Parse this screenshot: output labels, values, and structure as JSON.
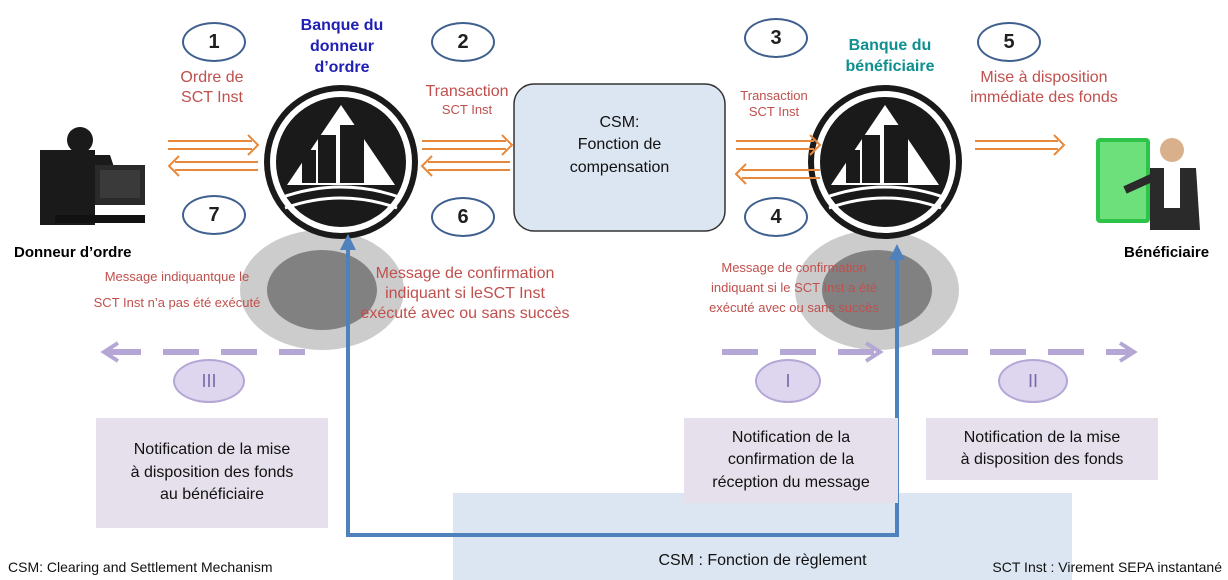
{
  "banks": {
    "donneur": {
      "line1": "Banque du",
      "line2": "donneur",
      "line3": "d’ordre",
      "color": "#1f1fb4"
    },
    "beneficiaire": {
      "line1": "Banque du",
      "line2": "bénéficiaire",
      "color": "#0f8f8f"
    }
  },
  "actors": {
    "donneur": "Donneur d’ordre",
    "beneficiaire": "Bénéficiaire"
  },
  "steps": {
    "s1": {
      "num": "1",
      "line1": "Ordre de",
      "line2": "SCT Inst"
    },
    "s2": {
      "num": "2",
      "line1": "Transaction",
      "line2": "SCT Inst"
    },
    "s3": {
      "num": "3",
      "line1": "Transaction",
      "line2": "SCT Inst"
    },
    "s4": {
      "num": "4",
      "line1": "Message de confirmation",
      "line2": "indiquant si le SCT Inst a été",
      "line3": "exécuté avec ou sans succès"
    },
    "s5": {
      "num": "5",
      "line1": "Mise à disposition",
      "line2": "immédiate des fonds"
    },
    "s6": {
      "num": "6",
      "line1": "Message de confirmation",
      "line2": "indiquant si leSCT Inst",
      "line3": "exécuté avec ou sans succès"
    },
    "s7": {
      "num": "7",
      "line1": "Message indiquantque le",
      "line2": "SCT Inst n’a pas été exécuté"
    }
  },
  "csm": {
    "line1": "CSM:",
    "line2": "Fonction de",
    "line3": "compensation"
  },
  "notifications": {
    "I": {
      "num": "I",
      "line1": "Notification de la",
      "line2": "confirmation de la",
      "line3": "réception du message"
    },
    "II": {
      "num": "II",
      "line1": "Notification de la mise",
      "line2": "à disposition des fonds"
    },
    "III": {
      "num": "III",
      "line1": "Notification de la mise",
      "line2": "à disposition des fonds",
      "line3": "au bénéficiaire"
    }
  },
  "settlement": "CSM : Fonction de règlement",
  "footer": {
    "left": "CSM: Clearing and Settlement Mechanism",
    "right": "SCT Inst : Virement SEPA instantané"
  },
  "colors": {
    "arrow": "#e8883a",
    "step_text": "#c0504d",
    "circle_border": "#3f5f8f",
    "csm_box": "#dce6f2",
    "settlement_box": "#dce6f2",
    "notif_box": "#e6e0ec",
    "dashed_arrow": "#b4a7d6",
    "blue_line": "#4f81bd"
  }
}
